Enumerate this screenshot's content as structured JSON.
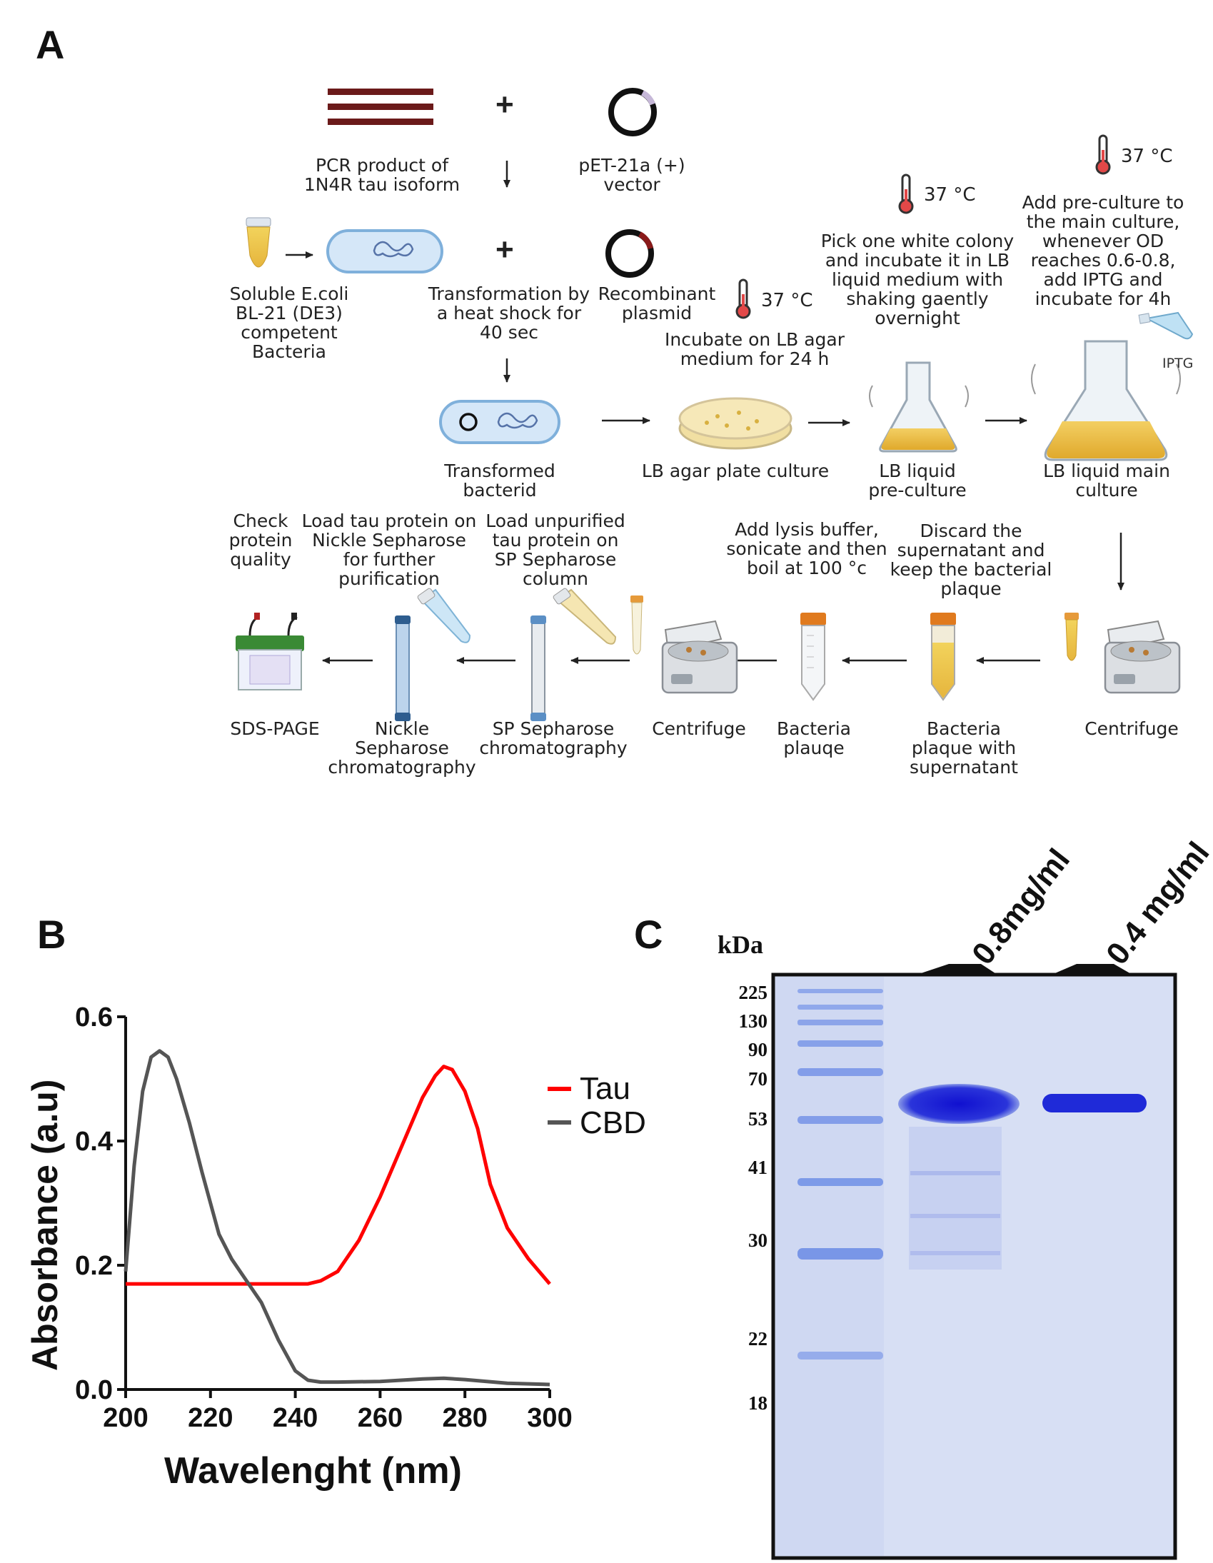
{
  "panels": {
    "a": "A",
    "b": "B",
    "c": "C"
  },
  "panel_a": {
    "labels": {
      "pcr": "PCR product of\n1N4R tau isoform",
      "vector": "pET-21a (+)\nvector",
      "ecoli": "Soluble E.coli\nBL-21 (DE3)\ncompetent\nBacteria",
      "transformation": "Transformation by\na heat shock for\n40 sec",
      "recombinant": "Recombinant\nplasmid",
      "transformed": "Transformed\nbacterid",
      "incubate_agar": "Incubate on LB agar\nmedium for 24 h",
      "agar_plate": "LB agar plate culture",
      "pick_colony": "Pick one white colony\nand incubate it in LB\nliquid medium with\nshaking gaently\novernight",
      "preculture": "LB liquid\npre-culture",
      "add_preculture": "Add pre-culture to\nthe main culture,\nwhenever OD\nreaches 0.6-0.8,\nadd IPTG and\nincubate for 4h",
      "main_culture": "LB liquid main\nculture",
      "centrifuge1": "Centrifuge",
      "discard": "Discard the\nsupernatant and\nkeep the bacterial\nplaque",
      "plaque_super": "Bacteria\nplaque with\nsupernatant",
      "add_lysis": "Add lysis buffer,\nsonicate and then\nboil at 100 °c",
      "plauqe": "Bacteria\nplauqe",
      "centrifuge2": "Centrifuge",
      "load_unpurified": "Load unpurified\ntau protein on\nSP Sepharose\ncolumn",
      "sp_chrom": "SP Sepharose\nchromatography",
      "load_tau": "Load tau protein on\nNickle Sepharose\nfor further\npurification",
      "nickle_chrom": "Nickle\nSepharose\nchromatography",
      "check_quality": "Check\nprotein\nquality",
      "sds_page": "SDS-PAGE",
      "iptg": "IPTG"
    },
    "temps": [
      "37 °C",
      "37 °C",
      "37 °C"
    ],
    "plus": "+",
    "colors": {
      "dna": "#6b1a1a",
      "culture": "#e8b642",
      "column": "#5b8fc5",
      "arrow": "#222222",
      "gel_case": "#3a8a35"
    }
  },
  "chart_data": {
    "type": "line",
    "xlabel": "Wavelenght (nm)",
    "ylabel": "Absorbance (a.u)",
    "xlim": [
      200,
      300
    ],
    "ylim": [
      0,
      0.6
    ],
    "x_ticks": [
      "200",
      "220",
      "240",
      "260",
      "280",
      "300"
    ],
    "y_ticks": [
      "0.0",
      "0.2",
      "0.4",
      "0.6"
    ],
    "grid": false,
    "legend_position": "top-right",
    "series": [
      {
        "name": "Tau",
        "color": "#ff0000",
        "x": [
          200,
          210,
          220,
          230,
          240,
          243,
          246,
          250,
          255,
          260,
          265,
          270,
          273,
          275,
          277,
          280,
          283,
          286,
          290,
          295,
          300
        ],
        "y": [
          0.17,
          0.17,
          0.17,
          0.17,
          0.17,
          0.17,
          0.175,
          0.19,
          0.24,
          0.31,
          0.39,
          0.47,
          0.505,
          0.52,
          0.515,
          0.48,
          0.42,
          0.33,
          0.26,
          0.21,
          0.17
        ]
      },
      {
        "name": "CBD",
        "color": "#555555",
        "x": [
          200,
          202,
          204,
          206,
          208,
          210,
          212,
          215,
          218,
          220,
          222,
          225,
          228,
          232,
          236,
          240,
          243,
          246,
          250,
          260,
          270,
          275,
          280,
          290,
          300
        ],
        "y": [
          0.19,
          0.36,
          0.48,
          0.535,
          0.545,
          0.535,
          0.5,
          0.43,
          0.35,
          0.3,
          0.25,
          0.21,
          0.18,
          0.14,
          0.08,
          0.03,
          0.015,
          0.012,
          0.012,
          0.013,
          0.017,
          0.018,
          0.016,
          0.01,
          0.008
        ]
      }
    ]
  },
  "panel_c": {
    "kda": "kDa",
    "markers": [
      "225",
      "130",
      "90",
      "70",
      "53",
      "41",
      "30",
      "22",
      "18"
    ],
    "lanes": [
      "0.8mg/ml",
      "0.4 mg/ml"
    ],
    "colors": {
      "gel_bg": "#d7dff4",
      "band": "#1a1fd6",
      "ladder": "#5a7fe0"
    }
  }
}
